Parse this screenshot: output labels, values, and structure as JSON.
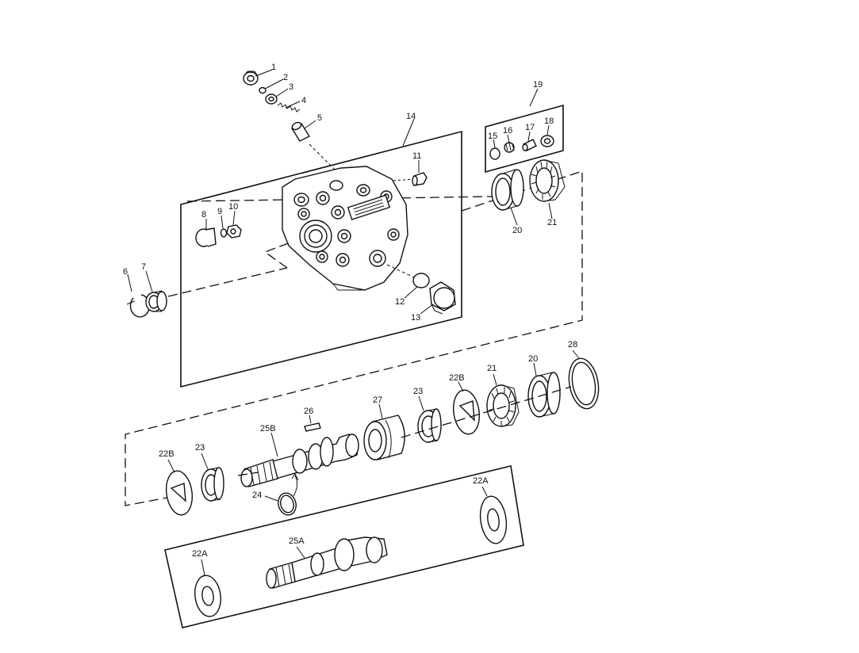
{
  "callouts": {
    "c1": "1",
    "c2": "2",
    "c3": "3",
    "c4": "4",
    "c5": "5",
    "c6": "6",
    "c7": "7",
    "c8": "8",
    "c9": "9",
    "c10": "10",
    "c11": "11",
    "c12": "12",
    "c13": "13",
    "c14": "14",
    "c15": "15",
    "c16": "16",
    "c17": "17",
    "c18": "18",
    "c19": "19",
    "c20a": "20",
    "c21a": "21",
    "c20b": "20",
    "c21b": "21",
    "c22b_right": "22B",
    "c22b_left": "22B",
    "c23_right": "23",
    "c23_left": "23",
    "c24": "24",
    "c25b": "25B",
    "c26": "26",
    "c27": "27",
    "c28": "28",
    "c22a_right": "22A",
    "c22a_left": "22A",
    "c25a": "25A"
  }
}
